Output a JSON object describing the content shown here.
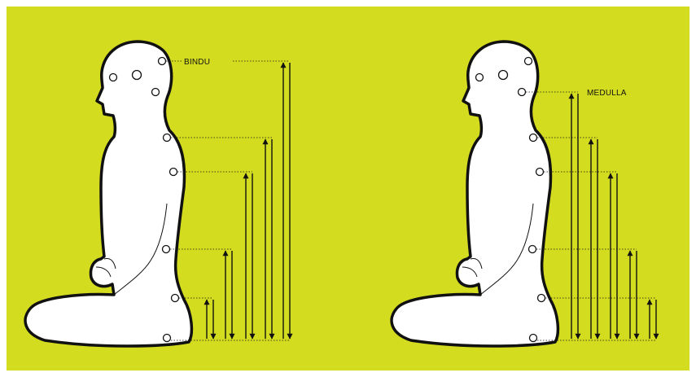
{
  "colors": {
    "background": "#d4dc1f",
    "border": "#ffffff",
    "figure_fill": "#ffffff",
    "stroke": "#111111"
  },
  "figures": [
    {
      "id": "left",
      "label": "BINDU"
    },
    {
      "id": "right",
      "label": "MEDULLA"
    }
  ]
}
